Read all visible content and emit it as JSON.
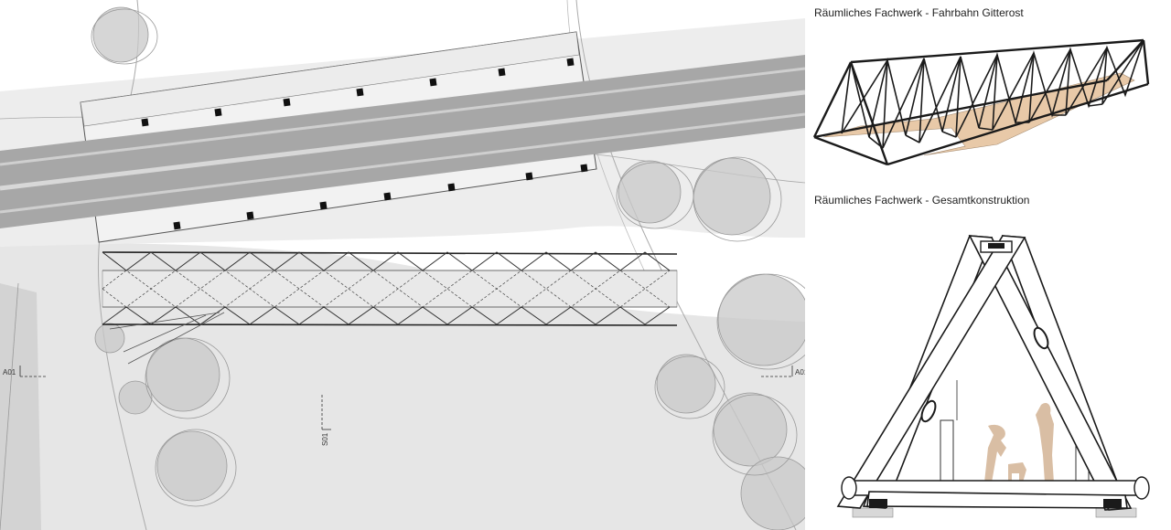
{
  "plan": {
    "section_marker_left": "A01",
    "section_marker_right": "A01",
    "section_marker_vertical": "S01"
  },
  "panel": {
    "caption_top": "Räumliches Fachwerk - Fahrbahn Gitterost",
    "caption_bottom": "Räumliches Fachwerk - Gesamtkonstruktion"
  },
  "colors": {
    "road": "#a9a9a9",
    "ground": "#e4e4e4",
    "tree": "#c7c7c7",
    "deck_wood": "#e8c9a8",
    "steel": "#1a1a1a"
  }
}
